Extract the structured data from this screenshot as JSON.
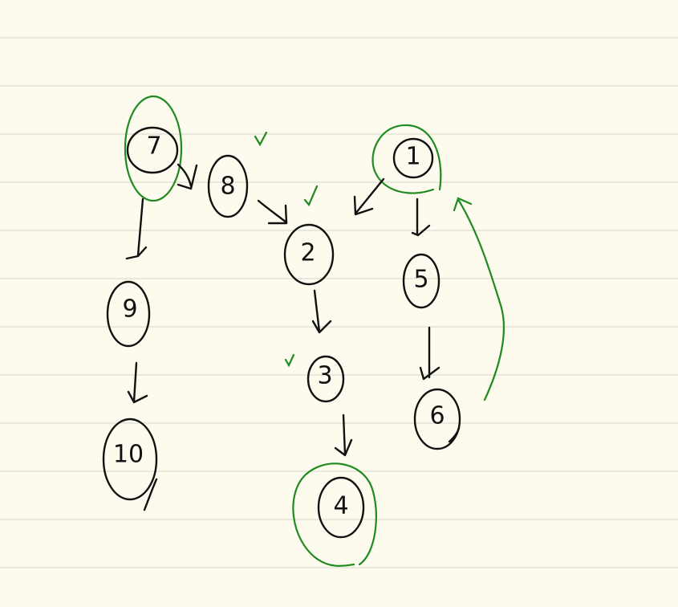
{
  "colors": {
    "paper": "#fcfbee",
    "ruled_line": "#dcdcd2",
    "ink": "#111111",
    "highlight": "#1f8a1f"
  },
  "nodes": [
    {
      "id": "n7",
      "label": "7",
      "highlighted": true
    },
    {
      "id": "n8",
      "label": "8",
      "checked": true
    },
    {
      "id": "n1",
      "label": "1",
      "highlighted": true
    },
    {
      "id": "n2",
      "label": "2",
      "checked": true
    },
    {
      "id": "n5",
      "label": "5"
    },
    {
      "id": "n9",
      "label": "9"
    },
    {
      "id": "n3",
      "label": "3",
      "checked": true
    },
    {
      "id": "n6",
      "label": "6"
    },
    {
      "id": "n10",
      "label": "10"
    },
    {
      "id": "n4",
      "label": "4",
      "highlighted": true
    }
  ],
  "edges": [
    {
      "from": "7",
      "to": "8"
    },
    {
      "from": "7",
      "to": "9"
    },
    {
      "from": "9",
      "to": "10"
    },
    {
      "from": "8",
      "to": "2"
    },
    {
      "from": "1",
      "to": "2"
    },
    {
      "from": "1",
      "to": "5"
    },
    {
      "from": "5",
      "to": "6"
    },
    {
      "from": "2",
      "to": "3"
    },
    {
      "from": "3",
      "to": "4"
    },
    {
      "from": "6",
      "to": "1",
      "color": "highlight"
    }
  ]
}
